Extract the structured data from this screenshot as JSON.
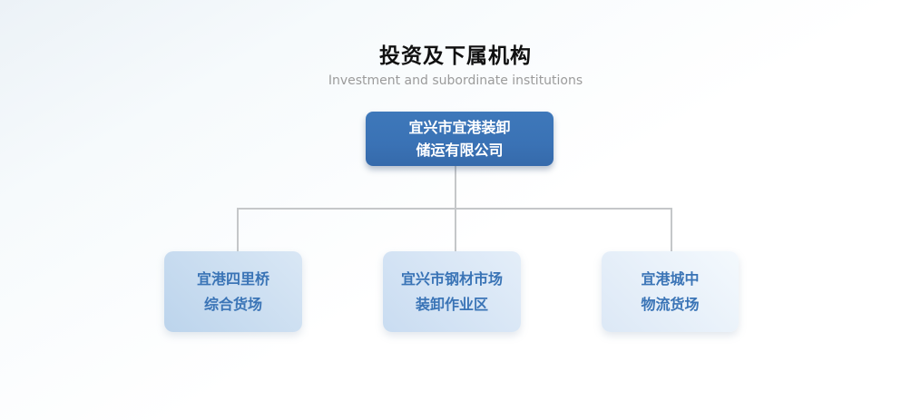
{
  "page": {
    "title": "投资及下属机构",
    "subtitle": "Investment and subordinate institutions"
  },
  "org_chart": {
    "root": {
      "line1": "宜兴市宜港装卸",
      "line2": "储运有限公司"
    },
    "children": [
      {
        "line1": "宜港四里桥",
        "line2": "综合货场"
      },
      {
        "line1": "宜兴市钢材市场",
        "line2": "装卸作业区"
      },
      {
        "line1": "宜港城中",
        "line2": "物流货场"
      }
    ]
  },
  "colors": {
    "title_text": "#111111",
    "subtitle_text": "#9b9b9b",
    "root_box_fill": "#3a72b5",
    "root_box_text": "#ffffff",
    "child_box_text": "#3a74b6",
    "child_box_fill_1": "#c5d9ef",
    "child_box_fill_2": "#d5e3f3",
    "child_box_fill_3": "#e7effa",
    "connector_line": "#c5c7c9"
  }
}
